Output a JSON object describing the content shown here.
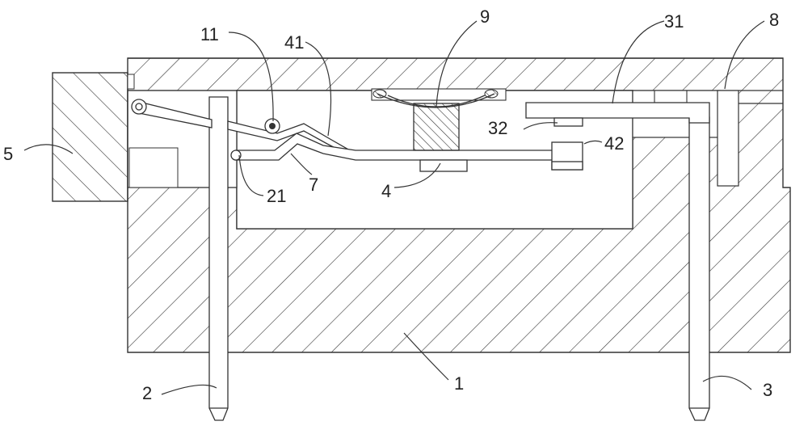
{
  "labels": {
    "l1": "1",
    "l2": "2",
    "l3": "3",
    "l4": "4",
    "l5": "5",
    "l7": "7",
    "l8": "8",
    "l9": "9",
    "l11": "11",
    "l21": "21",
    "l31": "31",
    "l32": "32",
    "l41": "41",
    "l42": "42"
  },
  "colors": {
    "line": "#333333",
    "background": "#ffffff"
  }
}
